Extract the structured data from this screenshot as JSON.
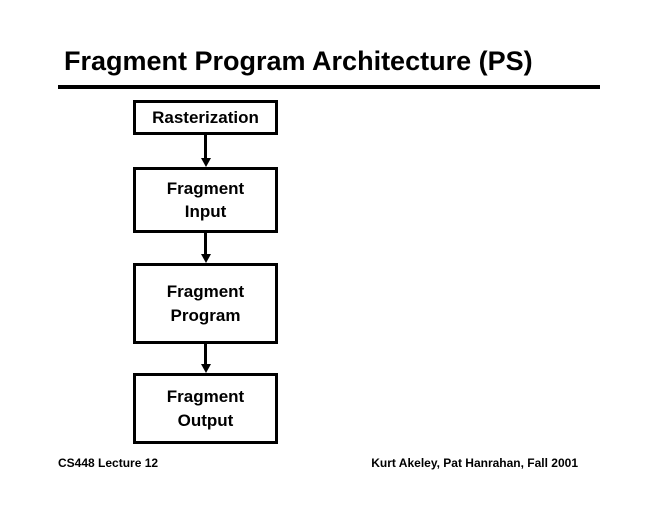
{
  "slide": {
    "title": "Fragment Program Architecture (PS)",
    "footer_left": "CS448 Lecture 12",
    "footer_right": "Kurt Akeley, Pat Hanrahan, Fall 2001"
  },
  "diagram": {
    "type": "vertical-flowchart",
    "boxes": [
      {
        "label": "Rasterization"
      },
      {
        "label": "Fragment\nInput"
      },
      {
        "label": "Fragment\nProgram"
      },
      {
        "label": "Fragment\nOutput"
      }
    ],
    "connectors": [
      {
        "from": "Rasterization",
        "to": "Fragment Input",
        "style": "arrow-down"
      },
      {
        "from": "Fragment Input",
        "to": "Fragment Program",
        "style": "arrow-down"
      },
      {
        "from": "Fragment Program",
        "to": "Fragment Output",
        "style": "arrow-down"
      }
    ]
  },
  "colors": {
    "foreground": "#000000",
    "background": "#ffffff"
  }
}
